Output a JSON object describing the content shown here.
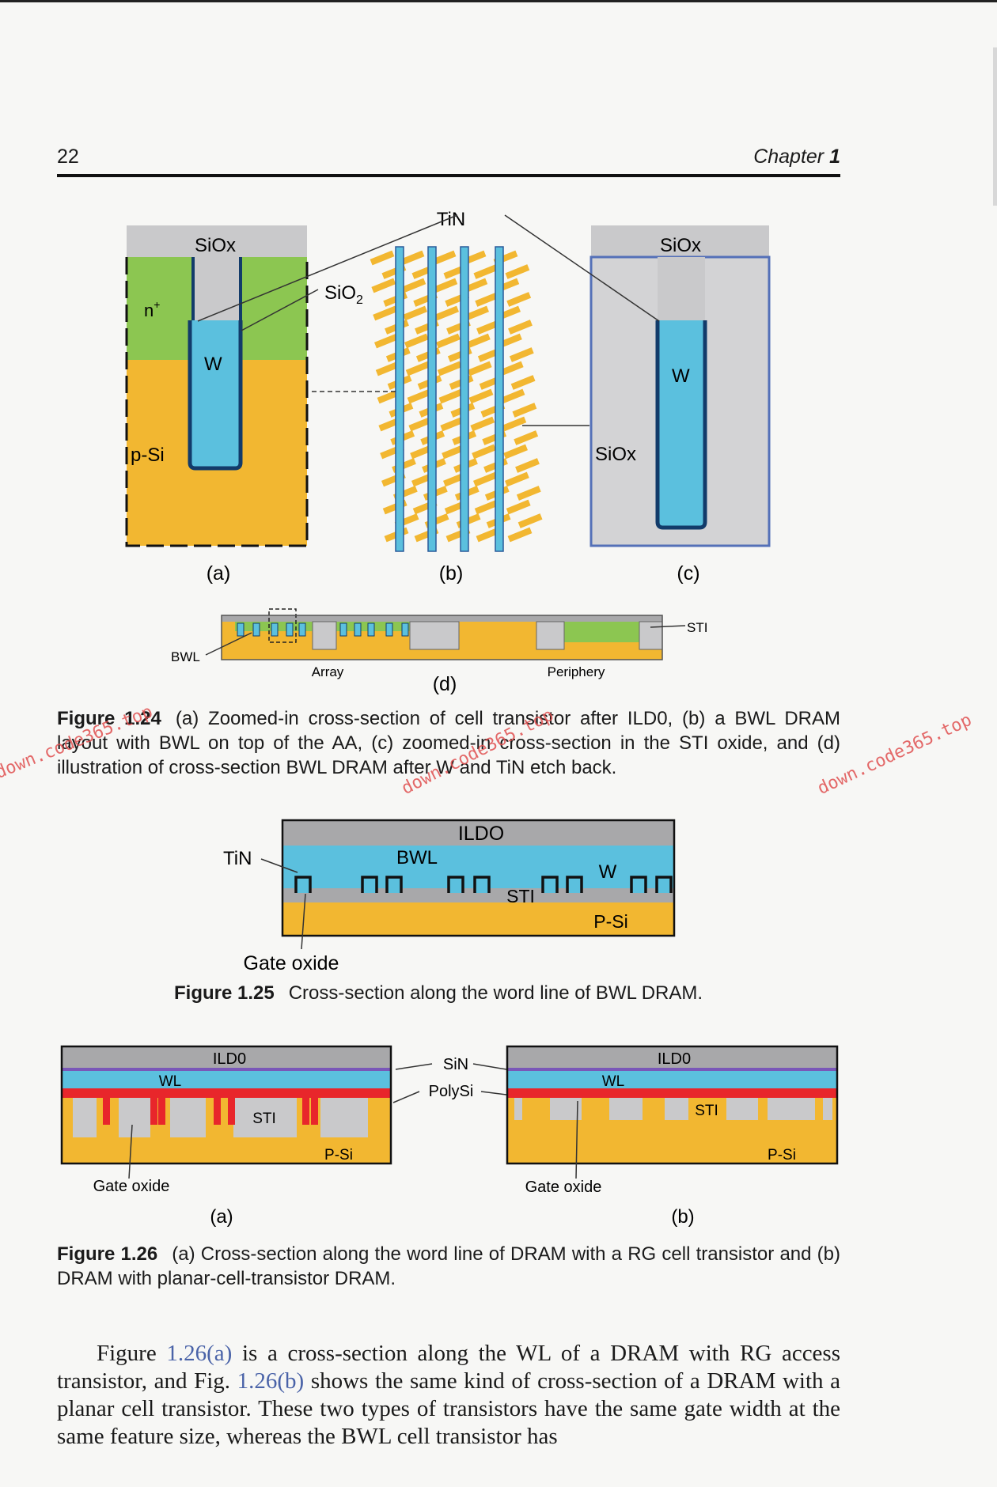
{
  "header": {
    "page_number": "22",
    "chapter_word": "Chapter",
    "chapter_num": "1"
  },
  "fig124": {
    "labels": {
      "tin": "TiN",
      "siox": "SiOx",
      "sio2": "SiO",
      "sio2_sub": "2",
      "nplus": "n",
      "nplus_sup": "+",
      "w": "W",
      "psi": "p-Si",
      "a": "(a)",
      "b": "(b)",
      "c": "(c)",
      "d": "(d)",
      "sti": "STI",
      "bwl": "BWL",
      "array": "Array",
      "periphery": "Periphery"
    },
    "caption_label": "Figure 1.24",
    "caption_text": "(a) Zoomed-in cross-section of cell transistor after ILD0, (b) a BWL DRAM layout with BWL on top of the AA, (c) zoomed-in cross-section in the STI oxide, and (d) illustration of cross-section BWL DRAM after W and TiN etch back."
  },
  "fig125": {
    "labels": {
      "ild0": "ILDO",
      "bwl": "BWL",
      "tin": "TiN",
      "w": "W",
      "sti": "STI",
      "psi": "P-Si",
      "gate_oxide": "Gate oxide"
    },
    "caption_label": "Figure 1.25",
    "caption_text": "Cross-section along the word line of BWL DRAM."
  },
  "fig126": {
    "labels": {
      "ild0": "ILD0",
      "wl": "WL",
      "sti": "STI",
      "psi": "P-Si",
      "gate_oxide": "Gate oxide",
      "sin": "SiN",
      "polysi": "PolySi",
      "a": "(a)",
      "b": "(b)"
    },
    "caption_label": "Figure 1.26",
    "caption_text": "(a) Cross-section along the word line of DRAM with a RG cell transistor and (b) DRAM with planar-cell-transistor DRAM."
  },
  "body": {
    "part1": "Figure ",
    "ref1": "1.26(a)",
    "part2": " is a cross-section along the WL of a DRAM with RG access transistor, and Fig. ",
    "ref2": "1.26(b)",
    "part3": " shows the same kind of cross-section of a DRAM with a planar cell transistor. These two types of transistors have the same gate width at the same feature size, whereas the BWL cell transistor has"
  },
  "watermark": "down.code365.top",
  "colors": {
    "psi": "#f2b731",
    "nplus": "#8cc651",
    "siox": "#c9c9cb",
    "w": "#5bc0de",
    "ild": "#a8a8aa",
    "poly": "#e8262b",
    "sin": "#7a57b8"
  }
}
